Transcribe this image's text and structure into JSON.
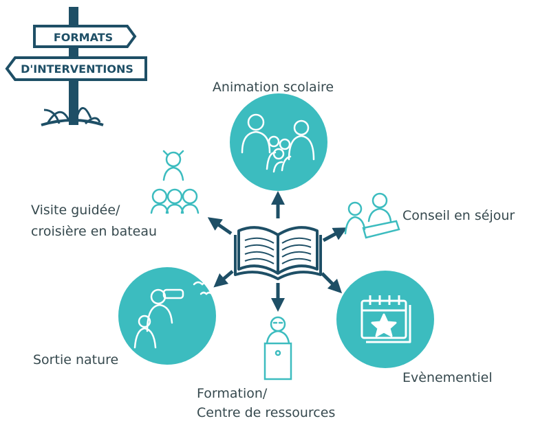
{
  "signpost": {
    "top": "FORMATS",
    "bottom": "D'INTERVENTIONS"
  },
  "labels": {
    "animation": "Animation scolaire",
    "conseil": "Conseil en séjour",
    "visite_line1": "Visite guidée/",
    "visite_line2": "croisière en bateau",
    "sortie": "Sortie nature",
    "formation_line1": "Formation/",
    "formation_line2": "Centre de ressources",
    "evenementiel": "Evènementiel"
  },
  "colors": {
    "teal": "#3cbcbf",
    "navy": "#1e4f66",
    "text": "#36494e",
    "sign_fill": "#ffffff"
  },
  "icons": [
    "signpost-icon",
    "open-book-icon",
    "children-group-icon",
    "counter-advisor-icon",
    "guide-with-group-icon",
    "binoculars-birdwatch-icon",
    "teacher-at-lectern-icon",
    "calendar-star-icon"
  ]
}
